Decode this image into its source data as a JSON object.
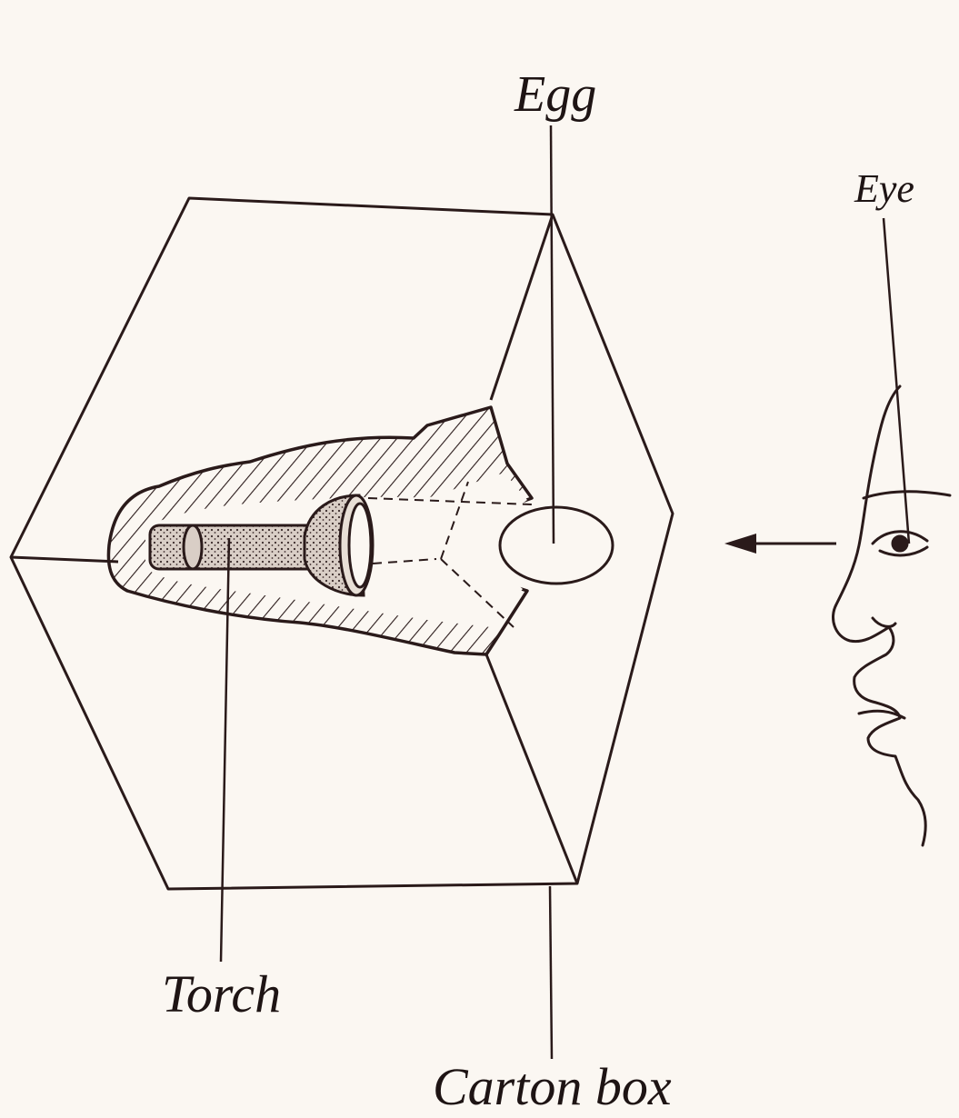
{
  "labels": {
    "egg": "Egg",
    "eye": "Eye",
    "torch": "Torch",
    "carton_box": "Carton box"
  },
  "colors": {
    "ink": "#2a1a1a",
    "paper": "#fbf7f2",
    "stipple": "#b7aa9f"
  }
}
